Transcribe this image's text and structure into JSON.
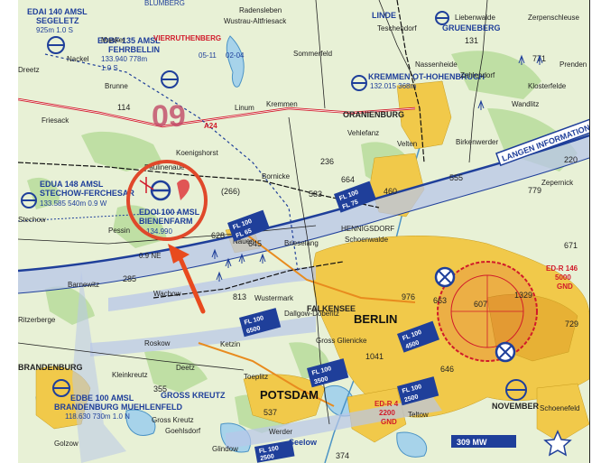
{
  "map": {
    "title": "",
    "colors": {
      "land": "#e8f1d6",
      "urban": "#f1c94a",
      "forest": "#bfdfa4",
      "water": "#a7d3ea",
      "airspace": "#1f3f9a",
      "restricted": "#d11a2a",
      "highlight": "#e0482a",
      "arrow": "#e84a1e"
    },
    "airfields": [
      {
        "name": "EDAI 140 AMSL",
        "detail": "925m 1.0 S",
        "place": "SEGELETZ"
      },
      {
        "name": "EDBF 135 AMSL",
        "detail": "133.940 778m",
        "extra": "1.0 S",
        "place": "FEHRBELLIN"
      },
      {
        "name": "EDUA 148 AMSL",
        "detail": "133.585 540m 0.9 W",
        "place": "STECHOW-FERCHESAR"
      },
      {
        "name": "EDOI 100 AMSL",
        "detail": "134.990",
        "place": "BIENENFARM"
      },
      {
        "name": "EDBE 100 AMSL",
        "detail": "118.630 730m 1.0 N",
        "place": "BRANDENBURG MUEHLENFELD"
      },
      {
        "name": "KREMMEN OT-HOHENBRUCH",
        "detail": "132.015 368m"
      }
    ],
    "places": [
      "Manker",
      "VIERRUTHENBERG",
      "Radensleben",
      "Wustrau-Altfriesack",
      "LINDE",
      "Teschendorf",
      "Liebenwalde",
      "Zerpenschleuse",
      "GRUENEBERG",
      "Nassenheide",
      "Zehlendorf",
      "Prenden",
      "Klosterfelde",
      "Wandlitz",
      "Nackel",
      "Dreetz",
      "Brunne",
      "Linum",
      "Sommerfeld",
      "Kremmen",
      "ORANIENBURG",
      "Velten",
      "Birkenwerder",
      "Vehlefanz",
      "Friesack",
      "Paulinenaue",
      "Koenigshorst",
      "Bornicke",
      "Schoenwalde",
      "Zepernick",
      "Stechow",
      "Pessin",
      "Nauen",
      "Brieselang",
      "HENNIGSDORF",
      "Barnewitz",
      "Wachow",
      "Wustermark",
      "Dallgow-Doberitz",
      "FALKENSEE",
      "BERLIN",
      "Gross Glienicke",
      "Roskow",
      "Ketzin",
      "BRANDENBURG",
      "Kleinkreutz",
      "Deetz",
      "GROSS KREUTZ",
      "Toeplitz",
      "POTSDAM",
      "Teltow",
      "Gross Kreutz",
      "Golzow",
      "Goehlsdorf",
      "Werder",
      "Glindow",
      "Schoenefeld",
      "NOVEMBER",
      "Seelow",
      "Ritzerberge"
    ],
    "sectors": [
      "02-04",
      "05-11",
      "09",
      "A24"
    ],
    "elevations": [
      "114",
      "236",
      "664",
      "460",
      "555",
      "(266)",
      "583",
      "628",
      "645",
      "285",
      "813",
      "976",
      "663",
      "1329",
      "607",
      "729",
      "1041",
      "646",
      "355",
      "537",
      "374",
      "779",
      "671",
      "220",
      "771",
      "131"
    ],
    "fl_boxes": [
      {
        "top": "FL 100",
        "bottom": "FL 75"
      },
      {
        "top": "FL 100",
        "bottom": "FL 65"
      },
      {
        "top": "FL 100",
        "bottom": "6500"
      },
      {
        "top": "FL 100",
        "bottom": "4500"
      },
      {
        "top": "FL 100",
        "bottom": "3500"
      },
      {
        "top": "FL 100",
        "bottom": "2500"
      },
      {
        "top": "FL 100",
        "bottom": "2500"
      }
    ],
    "restricted": [
      {
        "name": "ED-R 146",
        "upper": "5000",
        "lower": "GND"
      },
      {
        "name": "ED-R 4",
        "upper": "2200",
        "lower": "GND"
      }
    ],
    "info_banner": "LANGEN INFORMATION",
    "reporting_labels": [
      "0.9 NE",
      "309 MW",
      "BLUMBERG"
    ],
    "highlight_target": "EDOI BIENENFARM"
  }
}
